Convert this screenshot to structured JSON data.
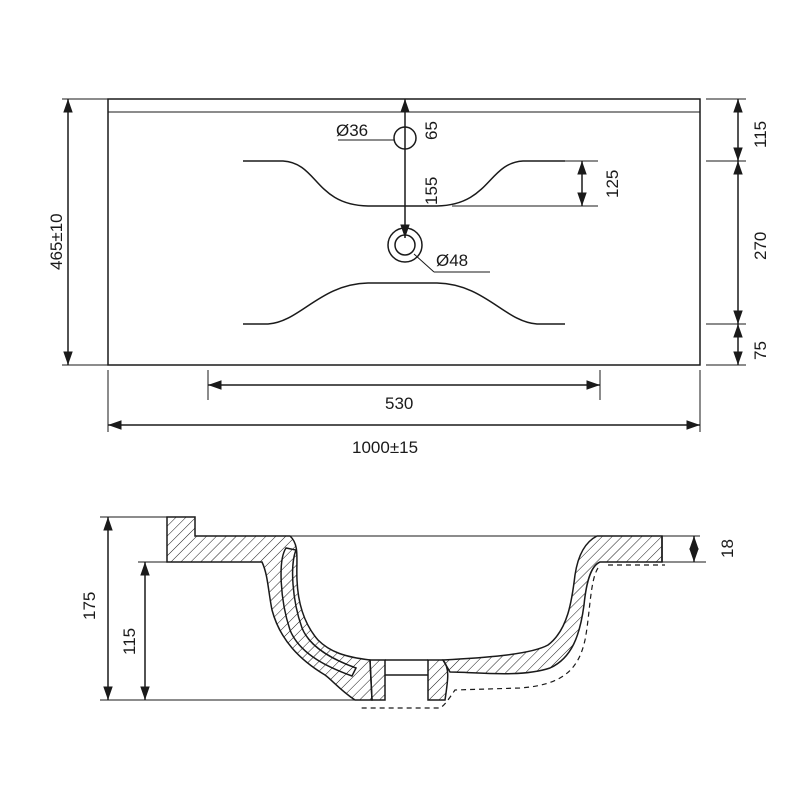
{
  "top_view": {
    "overall_width": "1000±15",
    "overall_depth": "465±10",
    "bowl_width": "530",
    "back_to_tap": "115",
    "bowl_depth": "270",
    "front_margin": "75",
    "tap_hole_diameter": "Ø36",
    "tap_hole_offset": "65",
    "tap_to_drain": "155",
    "rim_to_bowl": "125",
    "drain_diameter": "Ø48"
  },
  "section_view": {
    "total_height": "175",
    "bowl_height": "115",
    "rim_thickness": "18"
  },
  "colors": {
    "line": "#1a1a1a",
    "background": "#ffffff"
  }
}
